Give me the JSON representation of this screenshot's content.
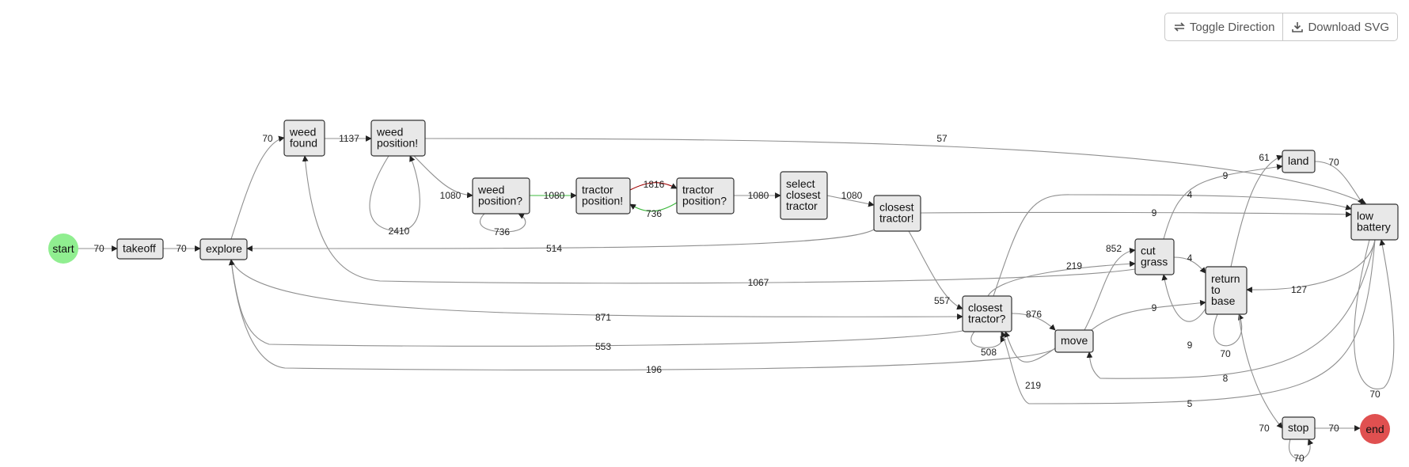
{
  "toolbar": {
    "toggle_label": "Toggle Direction",
    "download_label": "Download SVG"
  },
  "colors": {
    "start": "#90ee90",
    "end": "#e05050",
    "node_fill": "#e8e8e8",
    "edge_default": "#8f8f8f",
    "edge_green": "#3cb83c",
    "edge_red": "#a00000"
  },
  "nodes": [
    {
      "id": "start",
      "lines": [
        "start"
      ],
      "shape": "circle"
    },
    {
      "id": "takeoff",
      "lines": [
        "takeoff"
      ]
    },
    {
      "id": "explore",
      "lines": [
        "explore"
      ]
    },
    {
      "id": "weed_found",
      "lines": [
        "weed",
        "found"
      ]
    },
    {
      "id": "weed_position_bang",
      "lines": [
        "weed",
        "position!"
      ]
    },
    {
      "id": "weed_position_q",
      "lines": [
        "weed",
        "position?"
      ]
    },
    {
      "id": "tractor_position_bang",
      "lines": [
        "tractor",
        "position!"
      ]
    },
    {
      "id": "tractor_position_q",
      "lines": [
        "tractor",
        "position?"
      ]
    },
    {
      "id": "select_closest_tractor",
      "lines": [
        "select",
        "closest",
        "tractor"
      ]
    },
    {
      "id": "closest_tractor_bang",
      "lines": [
        "closest",
        "tractor!"
      ]
    },
    {
      "id": "closest_tractor_q",
      "lines": [
        "closest",
        "tractor?"
      ]
    },
    {
      "id": "move",
      "lines": [
        "move"
      ]
    },
    {
      "id": "cut_grass",
      "lines": [
        "cut",
        "grass"
      ]
    },
    {
      "id": "return_to_base",
      "lines": [
        "return",
        "to",
        "base"
      ]
    },
    {
      "id": "land",
      "lines": [
        "land"
      ]
    },
    {
      "id": "low_battery",
      "lines": [
        "low",
        "battery"
      ]
    },
    {
      "id": "stop",
      "lines": [
        "stop"
      ]
    },
    {
      "id": "end",
      "lines": [
        "end"
      ],
      "shape": "circle"
    }
  ],
  "edges": [
    {
      "from": "start",
      "to": "takeoff",
      "label": "70"
    },
    {
      "from": "takeoff",
      "to": "explore",
      "label": "70"
    },
    {
      "from": "explore",
      "to": "weed_found",
      "label": "70"
    },
    {
      "from": "weed_found",
      "to": "weed_position_bang",
      "label": "1137"
    },
    {
      "from": "weed_position_bang",
      "to": "weed_position_bang",
      "label": "2410"
    },
    {
      "from": "weed_position_bang",
      "to": "low_battery",
      "label": "57"
    },
    {
      "from": "weed_position_bang",
      "to": "weed_position_q",
      "label": "1080"
    },
    {
      "from": "weed_position_q",
      "to": "weed_position_q",
      "label": "736"
    },
    {
      "from": "weed_position_q",
      "to": "tractor_position_bang",
      "label": "1080",
      "color": "green"
    },
    {
      "from": "tractor_position_bang",
      "to": "tractor_position_q",
      "label": "1816",
      "color": "red"
    },
    {
      "from": "tractor_position_q",
      "to": "tractor_position_bang",
      "label": "736",
      "color": "green"
    },
    {
      "from": "tractor_position_q",
      "to": "select_closest_tractor",
      "label": "1080"
    },
    {
      "from": "select_closest_tractor",
      "to": "closest_tractor_bang",
      "label": "1080"
    },
    {
      "from": "closest_tractor_bang",
      "to": "explore",
      "label": "514"
    },
    {
      "from": "closest_tractor_bang",
      "to": "low_battery",
      "label": "9"
    },
    {
      "from": "closest_tractor_bang",
      "to": "closest_tractor_q",
      "label": "557"
    },
    {
      "from": "cut_grass",
      "to": "weed_found",
      "label": "1067"
    },
    {
      "from": "explore",
      "to": "closest_tractor_q",
      "label": "871"
    },
    {
      "from": "closest_tractor_q",
      "to": "explore",
      "label": "553"
    },
    {
      "from": "move",
      "to": "explore",
      "label": "196"
    },
    {
      "from": "closest_tractor_q",
      "to": "closest_tractor_q",
      "label": "508"
    },
    {
      "from": "closest_tractor_q",
      "to": "move",
      "label": "876"
    },
    {
      "from": "closest_tractor_q",
      "to": "cut_grass",
      "label": "219"
    },
    {
      "from": "closest_tractor_q",
      "to": "low_battery",
      "label": "4"
    },
    {
      "from": "move",
      "to": "cut_grass",
      "label": "852"
    },
    {
      "from": "move",
      "to": "return_to_base",
      "label": "9"
    },
    {
      "from": "low_battery",
      "to": "move",
      "label": "8"
    },
    {
      "from": "move",
      "to": "closest_tractor_q",
      "label": "219"
    },
    {
      "from": "low_battery",
      "to": "closest_tractor_q",
      "label": "5"
    },
    {
      "from": "cut_grass",
      "to": "land",
      "label": "9"
    },
    {
      "from": "cut_grass",
      "to": "return_to_base",
      "label": "4"
    },
    {
      "from": "return_to_base",
      "to": "cut_grass",
      "label": "9"
    },
    {
      "from": "return_to_base",
      "to": "return_to_base",
      "label": "70"
    },
    {
      "from": "return_to_base",
      "to": "land",
      "label": "61"
    },
    {
      "from": "land",
      "to": "low_battery",
      "label": "70"
    },
    {
      "from": "low_battery",
      "to": "return_to_base",
      "label": "127"
    },
    {
      "from": "low_battery",
      "to": "low_battery",
      "label": "70"
    },
    {
      "from": "return_to_base",
      "to": "stop",
      "label": "70"
    },
    {
      "from": "stop",
      "to": "stop",
      "label": "70"
    },
    {
      "from": "stop",
      "to": "end",
      "label": "70"
    }
  ]
}
